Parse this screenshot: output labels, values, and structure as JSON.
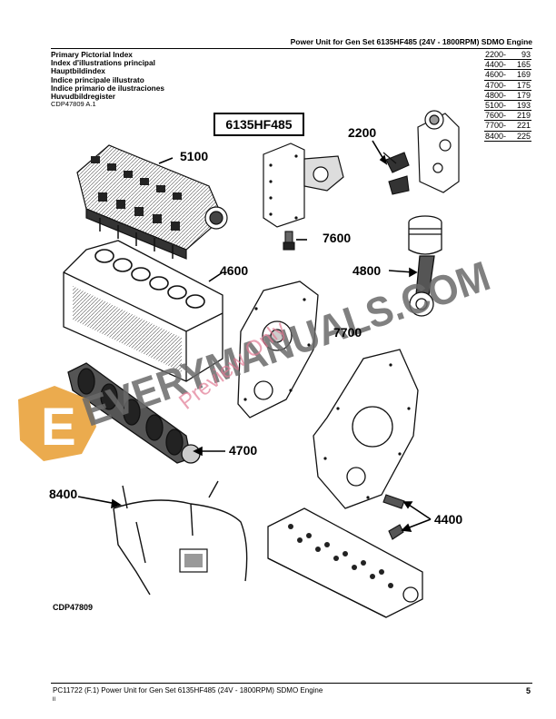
{
  "header": {
    "title": "Power Unit for Gen Set 6135HF485 (24V - 1800RPM) SDMO Engine"
  },
  "index_titles": [
    "Primary Pictorial Index",
    "Index d'illustrations principal",
    "Hauptbildindex",
    "Indice principale illustrato",
    "Indice primario de ilustraciones",
    "Huvudbildregister"
  ],
  "figure_ref": "CDP47809 A.1",
  "page_refs": [
    {
      "group": "2200-",
      "page": "93"
    },
    {
      "group": "4400-",
      "page": "165"
    },
    {
      "group": "4600-",
      "page": "169"
    },
    {
      "group": "4700-",
      "page": "175"
    },
    {
      "group": "4800-",
      "page": "179"
    },
    {
      "group": "5100-",
      "page": "193"
    },
    {
      "group": "7600-",
      "page": "219"
    },
    {
      "group": "7700-",
      "page": "221"
    },
    {
      "group": "8400-",
      "page": "225"
    }
  ],
  "model_box": "6135HF485",
  "callouts": {
    "c2200": "2200",
    "c5100": "5100",
    "c7600": "7600",
    "c4600": "4600",
    "c4800": "4800",
    "c7700": "7700",
    "c4700": "4700",
    "c8400": "8400",
    "c4400": "4400"
  },
  "watermark": {
    "brand_letter": "E",
    "text": "EVERYMANUALS.COM",
    "preview": "Preview Only",
    "colors": {
      "accent": "#e9a23b",
      "gray": "#6a6a6a",
      "pink": "#e27a94"
    }
  },
  "bottom_id": "CDP47809",
  "footer": {
    "text": "PC11722    (F.1)    Power Unit for Gen Set 6135HF485 (24V - 1800RPM) SDMO Engine",
    "sub": "ll",
    "page_number": "5"
  }
}
